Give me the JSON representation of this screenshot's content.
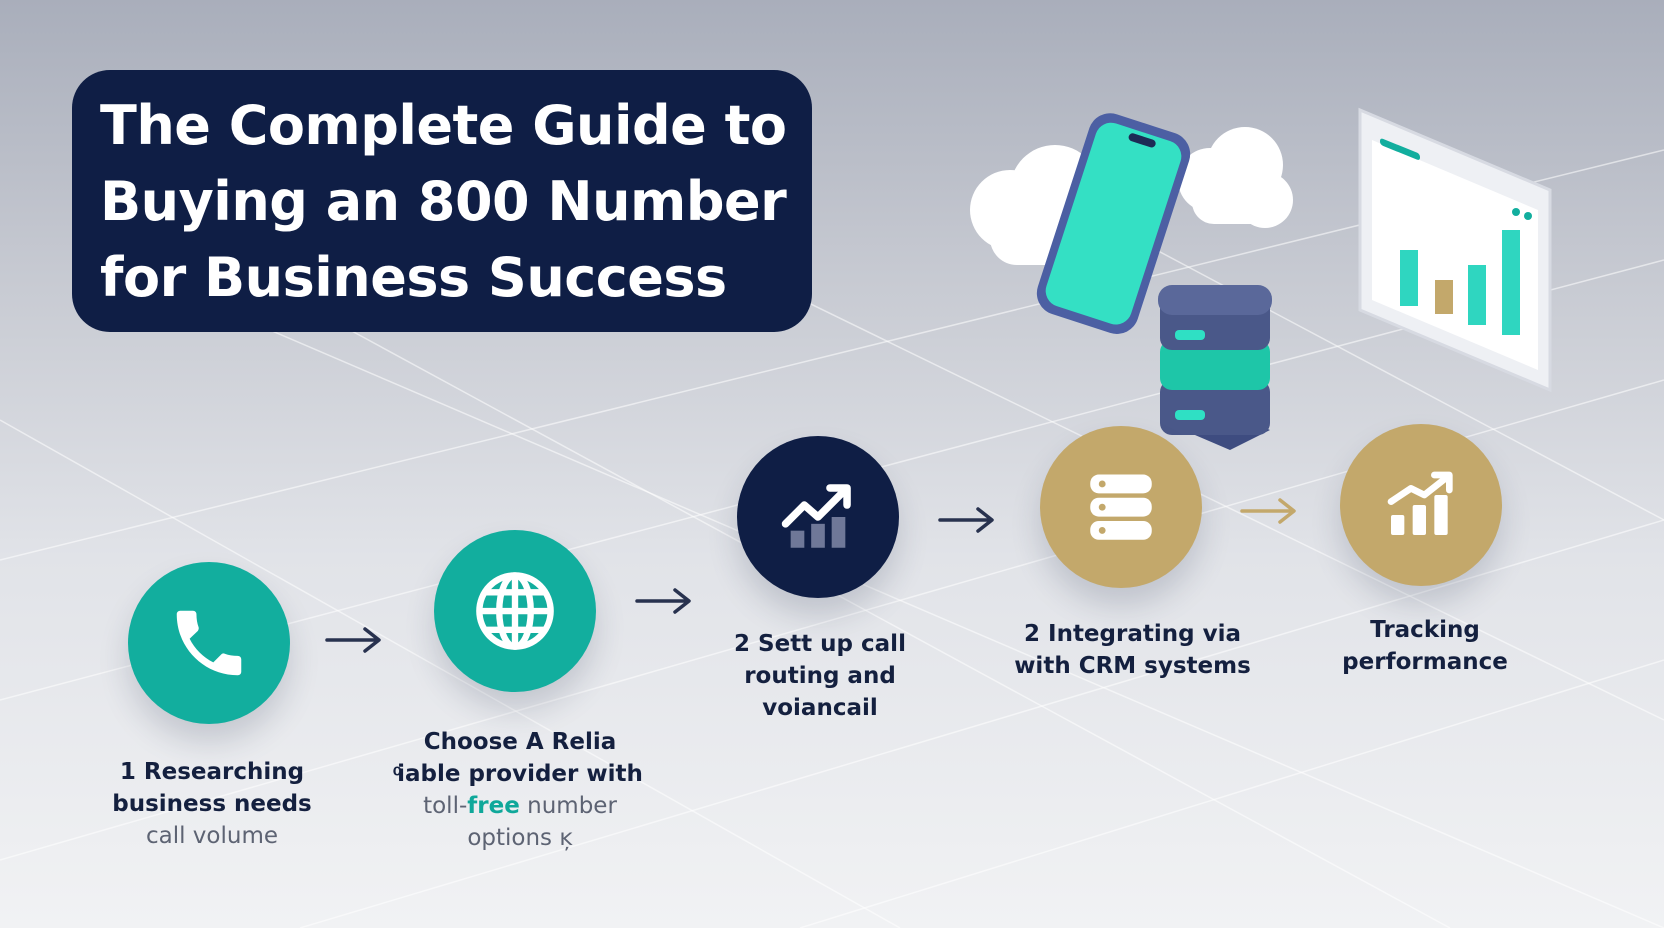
{
  "header": {
    "title_lines": [
      "The Complete Guide to",
      "Buying an 800 Number",
      "for Business Success"
    ]
  },
  "steps": [
    {
      "icon": "phone-icon",
      "color": "#12ae9e",
      "label_lines": [
        "1 Researching",
        "business needs",
        "call volume"
      ]
    },
    {
      "icon": "globe-icon",
      "color": "#12ae9e",
      "label_lines": [
        "Choose A Relia",
        "ͨiable provider with"
      ],
      "label_line3_parts": [
        "toll-",
        "free",
        " number"
      ],
      "label_line4": "options ĸ̦"
    },
    {
      "icon": "trend-chart-icon",
      "color": "#0f1e45",
      "label_lines": [
        "2 Sett up call",
        "routing and",
        "voiancail"
      ]
    },
    {
      "icon": "database-icon",
      "color": "#c3a86b",
      "label_lines": [
        "2 Integrating via",
        "with CRM systems"
      ]
    },
    {
      "icon": "bar-chart-icon",
      "color": "#c3a86b",
      "label_lines": [
        "Tracking",
        "performance"
      ]
    }
  ],
  "colors": {
    "navy": "#0f1e45",
    "teal": "#12ae9e",
    "gold": "#c3a86b",
    "title_text": "#ffffff"
  }
}
